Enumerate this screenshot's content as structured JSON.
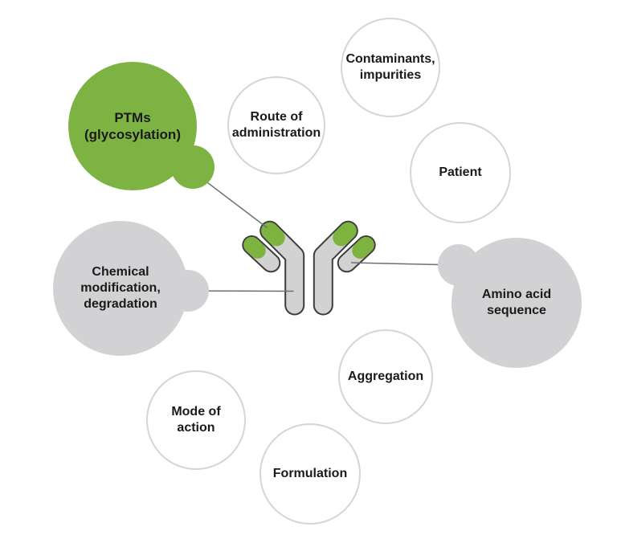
{
  "diagram": {
    "description_nodes_arranged_around": "antibody",
    "colors": {
      "green": "#7cb342",
      "gray": "#d2d2d4",
      "outline-circle": "#d5d5d5",
      "ab-outline": "#3d3d3d",
      "ab-fill": "#d2d2d2",
      "ab-tip": "#7db440",
      "connector": "#6f6f6f",
      "text": "#1a1a1a",
      "bg": "#ffffff"
    }
  },
  "nodes": [
    {
      "id": "ptms",
      "label": "PTMs\n(glycosylation)",
      "style": "green-solid",
      "has_tail_bubble": true
    },
    {
      "id": "route-of-administration",
      "label": "Route of\nadministration",
      "style": "outline",
      "has_tail_bubble": false
    },
    {
      "id": "contaminants-impurities",
      "label": "Contaminants,\nimpurities",
      "style": "outline",
      "has_tail_bubble": false
    },
    {
      "id": "patient",
      "label": "Patient",
      "style": "outline",
      "has_tail_bubble": false
    },
    {
      "id": "chemical-modification-degradation",
      "label": "Chemical\nmodification,\ndegradation",
      "style": "gray-solid",
      "has_tail_bubble": true
    },
    {
      "id": "amino-acid-sequence",
      "label": "Amino acid\nsequence",
      "style": "gray-solid",
      "has_tail_bubble": true
    },
    {
      "id": "aggregation",
      "label": "Aggregation",
      "style": "outline",
      "has_tail_bubble": false
    },
    {
      "id": "mode-of-action",
      "label": "Mode of\naction",
      "style": "outline",
      "has_tail_bubble": false
    },
    {
      "id": "formulation",
      "label": "Formulation",
      "style": "outline",
      "has_tail_bubble": false
    }
  ],
  "center_graphic": {
    "name": "antibody-illustration",
    "parts": [
      "heavy-chain-left",
      "heavy-chain-right",
      "light-chain-left",
      "light-chain-right"
    ],
    "tip_highlight": "green variable-region tips"
  },
  "connectors": [
    {
      "from": "ptms",
      "to": "heavy-chain-left-tip"
    },
    {
      "from": "chemical-modification-degradation",
      "to": "heavy-chain-left-stem"
    },
    {
      "from": "amino-acid-sequence",
      "to": "light-chain-right"
    }
  ]
}
